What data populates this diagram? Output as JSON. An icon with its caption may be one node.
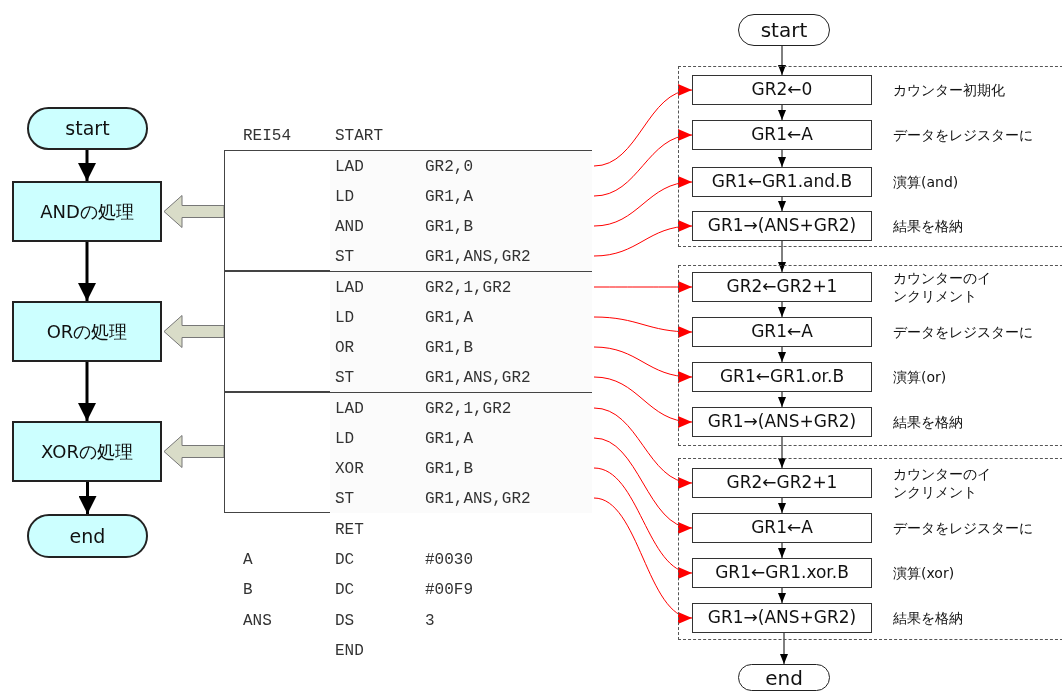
{
  "diagram": {
    "nodes": [
      {
        "text": [
          "start"
        ]
      },
      {
        "text": [
          "ANDの処理"
        ]
      },
      {
        "text": [
          "ORの処理"
        ]
      },
      {
        "text": [
          "XORの処理"
        ]
      },
      {
        "text": [
          "end"
        ]
      },
      {
        "text": [],
        "shape": "box"
      },
      {
        "text": [
          "LAD",
          "GR2,0"
        ],
        "in": 5
      },
      {
        "text": [
          "LD",
          "GR1,A"
        ],
        "in": 5
      },
      {
        "text": [
          "AND",
          "GR1,B"
        ],
        "in": 5
      },
      {
        "text": [
          "ST",
          "GR1,ANS,GR2"
        ],
        "in": 5
      },
      {
        "text": [],
        "shape": "box"
      },
      {
        "text": [
          "LAD",
          "GR2,1,GR2"
        ],
        "in": 10
      },
      {
        "text": [
          "LD",
          "GR1,A"
        ],
        "in": 10
      },
      {
        "text": [
          "OR",
          "GR1,B"
        ],
        "in": 10
      },
      {
        "text": [
          "ST",
          "GR1,ANS,GR2"
        ],
        "in": 10
      },
      {
        "text": [],
        "shape": "box"
      },
      {
        "text": [
          "LAD",
          "GR2,1,GR2"
        ],
        "in": 15
      },
      {
        "text": [
          "LD",
          "GR1,A"
        ],
        "in": 15
      },
      {
        "text": [
          "XOR",
          "GR1,B"
        ],
        "in": 15
      },
      {
        "text": [
          "ST",
          "GR1,ANS,GR2"
        ],
        "in": 15
      },
      {
        "text": [
          "start"
        ]
      },
      {
        "text": [],
        "shape": "box"
      },
      {
        "text": [
          "GR2←0"
        ],
        "in": 21,
        "beside": [
          "カウンター初期化"
        ]
      },
      {
        "text": [
          "GR1←A"
        ],
        "in": 21,
        "beside": [
          "データをレジスターに"
        ]
      },
      {
        "text": [
          "GR1←GR1.and.B"
        ],
        "in": 21,
        "beside": [
          "演算(and)"
        ]
      },
      {
        "text": [
          "GR1→(ANS+GR2)"
        ],
        "in": 21,
        "beside": [
          "結果を格納"
        ]
      },
      {
        "text": [],
        "shape": "box"
      },
      {
        "text": [
          "GR2←GR2+1"
        ],
        "in": 26,
        "beside": [
          "カウンターのインクリメント"
        ]
      },
      {
        "text": [
          "GR1←A"
        ],
        "in": 26,
        "beside": [
          "データをレジスターに"
        ]
      },
      {
        "text": [
          "GR1←GR1.or.B"
        ],
        "in": 26,
        "beside": [
          "演算(or)"
        ]
      },
      {
        "text": [
          "GR1→(ANS+GR2)"
        ],
        "in": 26,
        "beside": [
          "結果を格納"
        ]
      },
      {
        "text": [],
        "shape": "box"
      },
      {
        "text": [
          "GR2←GR2+1"
        ],
        "in": 31,
        "beside": [
          "カウンターのインクリメント"
        ]
      },
      {
        "text": [
          "GR1←A"
        ],
        "in": 31,
        "beside": [
          "データをレジスターに"
        ]
      },
      {
        "text": [
          "GR1←GR1.xor.B"
        ],
        "in": 31,
        "beside": [
          "演算(xor)"
        ]
      },
      {
        "text": [
          "GR1→(ANS+GR2)"
        ],
        "in": 31,
        "beside": [
          "結果を格納"
        ]
      },
      {
        "text": [
          "end"
        ]
      }
    ],
    "edges": [
      {
        "from": 0,
        "to": 1,
        "arrow": "to",
        "style": "thick"
      },
      {
        "from": 1,
        "to": 2,
        "arrow": "to",
        "style": "thick"
      },
      {
        "from": 2,
        "to": 3,
        "arrow": "to",
        "style": "thick"
      },
      {
        "from": 3,
        "to": 4,
        "arrow": "to",
        "style": "thick"
      },
      {
        "from": 5,
        "to": 1,
        "arrow": "to",
        "color": "#d9dcc8"
      },
      {
        "from": 10,
        "to": 2,
        "arrow": "to",
        "color": "#d9dcc8"
      },
      {
        "from": 15,
        "to": 3,
        "arrow": "to",
        "color": "#d9dcc8"
      },
      {
        "from": 20,
        "to": 22,
        "arrow": "to"
      },
      {
        "from": 22,
        "to": 23,
        "arrow": "to"
      },
      {
        "from": 23,
        "to": 24,
        "arrow": "to"
      },
      {
        "from": 24,
        "to": 25,
        "arrow": "to"
      },
      {
        "from": 25,
        "to": 27,
        "arrow": "to"
      },
      {
        "from": 27,
        "to": 28,
        "arrow": "to"
      },
      {
        "from": 28,
        "to": 29,
        "arrow": "to"
      },
      {
        "from": 29,
        "to": 30,
        "arrow": "to"
      },
      {
        "from": 30,
        "to": 32,
        "arrow": "to"
      },
      {
        "from": 32,
        "to": 33,
        "arrow": "to"
      },
      {
        "from": 33,
        "to": 34,
        "arrow": "to"
      },
      {
        "from": 34,
        "to": 35,
        "arrow": "to"
      },
      {
        "from": 35,
        "to": 36,
        "arrow": "to"
      },
      {
        "from": 6,
        "to": 22,
        "arrow": "to",
        "color": "#ff0000"
      },
      {
        "from": 7,
        "to": 23,
        "arrow": "to",
        "color": "#ff0000"
      },
      {
        "from": 8,
        "to": 24,
        "arrow": "to",
        "color": "#ff0000"
      },
      {
        "from": 9,
        "to": 25,
        "arrow": "to",
        "color": "#ff0000"
      },
      {
        "from": 11,
        "to": 27,
        "arrow": "to",
        "color": "#ff0000"
      },
      {
        "from": 12,
        "to": 28,
        "arrow": "to",
        "color": "#ff0000"
      },
      {
        "from": 13,
        "to": 29,
        "arrow": "to",
        "color": "#ff0000"
      },
      {
        "from": 14,
        "to": 30,
        "arrow": "to",
        "color": "#ff0000"
      },
      {
        "from": 16,
        "to": 32,
        "arrow": "to",
        "color": "#ff0000"
      },
      {
        "from": 17,
        "to": 33,
        "arrow": "to",
        "color": "#ff0000"
      },
      {
        "from": 18,
        "to": 34,
        "arrow": "to",
        "color": "#ff0000"
      },
      {
        "from": 19,
        "to": 35,
        "arrow": "to",
        "color": "#ff0000"
      }
    ],
    "labels": [
      "REI54",
      "START",
      "RET",
      "A",
      "DC",
      "#0030",
      "B",
      "DC",
      "#00F9",
      "ANS",
      "DS",
      "3",
      "END"
    ]
  }
}
